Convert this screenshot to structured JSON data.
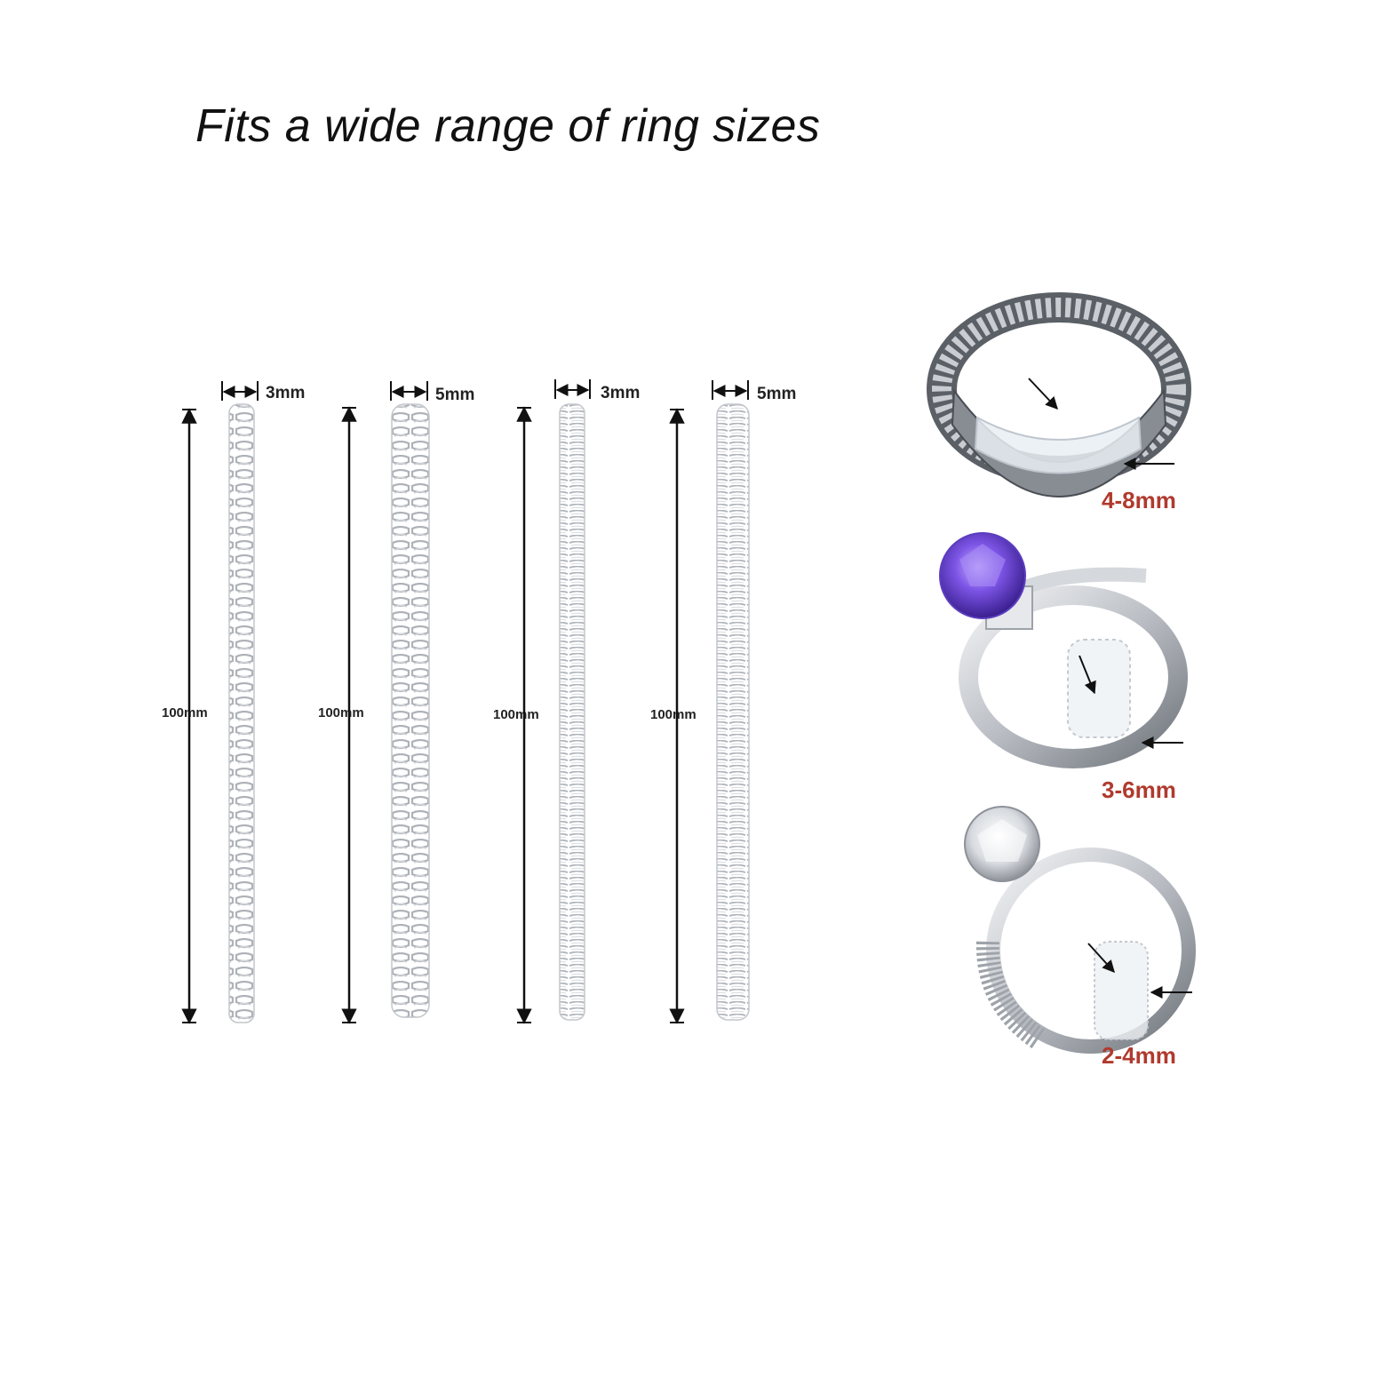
{
  "title": "Fits a wide range of ring sizes",
  "colors": {
    "text": "#111111",
    "size_label": "#b03a2e",
    "coil": "#b8bcc2",
    "metal": "#c9ccd1",
    "amethyst": "#7d55e6"
  },
  "adjusters": [
    {
      "width_label": "3mm",
      "length_label": "100mm",
      "style": "wide-coil"
    },
    {
      "width_label": "5mm",
      "length_label": "100mm",
      "style": "wide-coil"
    },
    {
      "width_label": "3mm",
      "length_label": "100mm",
      "style": "fine-coil"
    },
    {
      "width_label": "5mm",
      "length_label": "100mm",
      "style": "fine-coil"
    }
  ],
  "rings": [
    {
      "band_label": "4-8mm",
      "icon": "wide-band-ring-icon"
    },
    {
      "band_label": "3-6mm",
      "icon": "amethyst-solitaire-ring-icon"
    },
    {
      "band_label": "2-4mm",
      "icon": "diamond-pave-ring-icon"
    }
  ]
}
